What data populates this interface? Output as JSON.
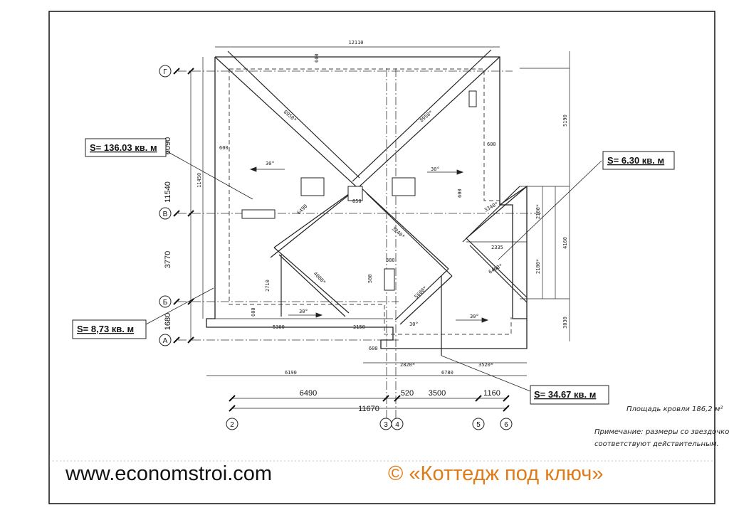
{
  "areas": {
    "main": "S= 136.03 кв. м",
    "small_right": "S= 6.30 кв. м",
    "small_left": "S= 8,73 кв. м",
    "right_wing": "S= 34.67 кв. м"
  },
  "axes_rows": [
    "Г",
    "В",
    "Б",
    "А"
  ],
  "axes_cols": [
    "2",
    "3",
    "4",
    "5",
    "6"
  ],
  "dims_left": [
    "6090",
    "11540",
    "3770",
    "1680"
  ],
  "dims_bottom": [
    "6490",
    "520",
    "3500",
    "1160",
    "11670"
  ],
  "small_dims": {
    "top": "12110",
    "d600_top": "600",
    "d600_left": "600",
    "d600_right": "600",
    "left_total": "11450",
    "right_total": "5190",
    "diag1": "8950*",
    "diag2": "8950*",
    "angle1": "30°",
    "angle2": "30°",
    "angle3": "30°",
    "angle4": "30°",
    "angle5": "30°",
    "d850": "850",
    "d6490": "6490",
    "d5300": "5300",
    "d2150": "2150",
    "d6190": "6190",
    "d2820": "2820*",
    "d6780": "6780",
    "d3520": "3520*",
    "d2335": "2335",
    "d4160": "4160",
    "d2100a": "2100*",
    "d2100b": "2100*",
    "d3030": "3030",
    "d4000": "4000*",
    "d2710": "2710",
    "d380": "380",
    "d500": "500",
    "d600b": "600",
    "d600c": "600",
    "d600d": "600",
    "d3240": "3240*",
    "d5600": "5600*",
    "d3340": "3340*",
    "d6400": "6400*"
  },
  "roof_area_note": "Площадь кровли 186,2 м²",
  "note_line1": "Примечание: размеры со звездочкой",
  "note_line2": "соответствуют действительным.",
  "footer": {
    "website": "www.economstroi.com",
    "brand": "© «Коттедж под ключ»"
  }
}
